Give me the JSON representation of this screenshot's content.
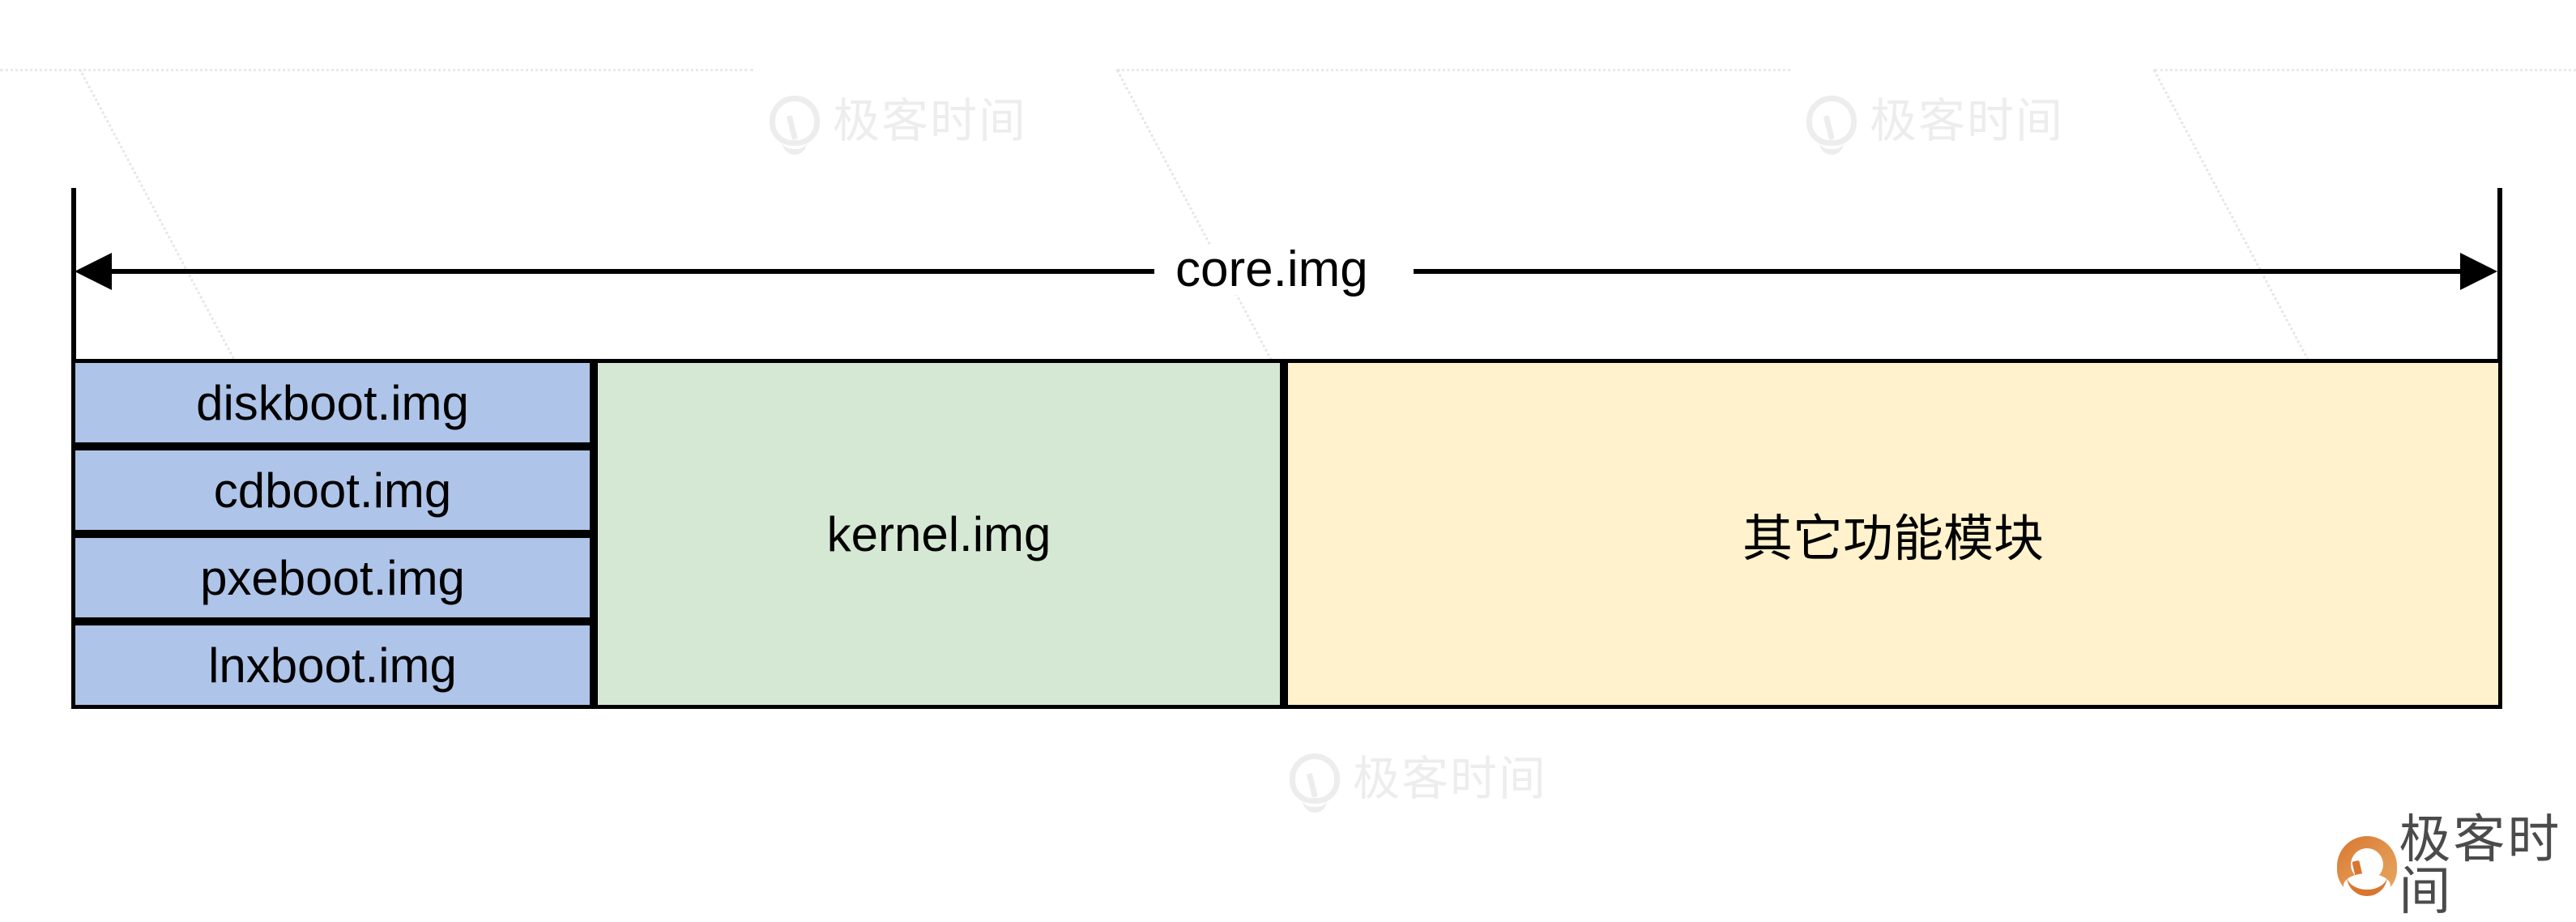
{
  "diagram": {
    "title_label": "core.img",
    "span_arrow": {
      "label": "core.img",
      "direction": "double-headed"
    },
    "segments": [
      {
        "group": "boot-images",
        "color": "#aec4e8",
        "items": [
          {
            "label": "diskboot.img"
          },
          {
            "label": "cdboot.img"
          },
          {
            "label": "pxeboot.img"
          },
          {
            "label": "lnxboot.img"
          }
        ]
      },
      {
        "group": "kernel",
        "color": "#d5e8d4",
        "label": "kernel.img"
      },
      {
        "group": "other-modules",
        "color": "#fff2cc",
        "label": "其它功能模块"
      }
    ]
  },
  "watermarks": {
    "text": "极客时间",
    "color": "#ededed",
    "instances": [
      {
        "id": "watermark-top-left"
      },
      {
        "id": "watermark-top-right"
      },
      {
        "id": "watermark-bottom-center"
      }
    ]
  },
  "brand": {
    "text": "极客时间",
    "text_color": "#4b4b4b",
    "accent_color": "#d8762f"
  },
  "colors": {
    "blue": "#aec4e8",
    "green": "#d5e8d4",
    "yellow": "#fff2cc",
    "stroke": "#000000",
    "background": "#ffffff"
  }
}
